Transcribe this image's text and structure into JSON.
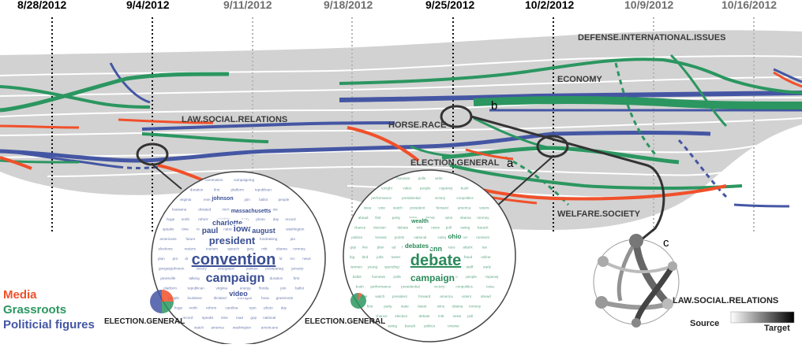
{
  "dates": [
    {
      "label": "8/28/2012",
      "style": "bold"
    },
    {
      "label": "9/4/2012",
      "style": "bold"
    },
    {
      "label": "9/11/2012",
      "style": "dim"
    },
    {
      "label": "9/18/2012",
      "style": "dim"
    },
    {
      "label": "9/25/2012",
      "style": "bold"
    },
    {
      "label": "10/2/2012",
      "style": "bold"
    },
    {
      "label": "10/9/2012",
      "style": "dim"
    },
    {
      "label": "10/16/2012",
      "style": "dim"
    }
  ],
  "topics": {
    "defense": "DEFENSE.INTERNATIONAL.ISSUES",
    "economy": "ECONOMY",
    "law": "LAW.SOCIAL.RELATIONS",
    "horse": "HORSE.RACE",
    "election": "ELECTION.GENERAL",
    "welfare": "WELFARE.SOCIETY"
  },
  "annotations": {
    "a": "a",
    "b": "b",
    "c": "c"
  },
  "legend": {
    "media": "Media",
    "grassroots": "Grassroots",
    "politicians": "Politicial figures"
  },
  "colors": {
    "media": "#f0502a",
    "grassroots": "#2b9660",
    "politicians": "#4456a3",
    "stream": "#d2d2d2"
  },
  "cloud_left": {
    "caption": "ELECTION.GENERAL",
    "pie": {
      "media": 0.25,
      "grassroots": 0.25,
      "politicians": 0.5
    },
    "words_large": [
      "convention",
      "campaign",
      "president",
      "charlotte",
      "iowa",
      "paul",
      "video",
      "august",
      "massachusetts",
      "johnson"
    ],
    "words_small": [
      "nomination",
      "campaigning",
      "duration",
      "first",
      "platform",
      "republican",
      "virginia",
      "energy",
      "florida",
      "join",
      "ballot",
      "people",
      "louisiana",
      "dictated",
      "michigan",
      "hoax",
      "grassroots",
      "huge",
      "north",
      "reform",
      "carolina",
      "ryan",
      "photo",
      "day",
      "record",
      "speaks",
      "time",
      "road",
      "gop",
      "national",
      "watch",
      "america",
      "washington",
      "americans",
      "future",
      "democratic",
      "outraised",
      "fundraising",
      "jan",
      "elections",
      "reuters",
      "tourism",
      "speech",
      "gary",
      "mitt",
      "obama",
      "romney",
      "plan",
      "pro",
      "dead",
      "hall",
      "york",
      "live",
      "start",
      "deal",
      "bold",
      "rnc",
      "news",
      "govgaryjohnson",
      "victory",
      "delegation",
      "yankee",
      "pushpanag",
      "january",
      "janesville",
      "talking"
    ]
  },
  "cloud_right": {
    "caption": "ELECTION.GENERAL",
    "pie": {
      "media": 0.08,
      "grassroots": 0.92,
      "politicians": 0.0
    },
    "words_large": [
      "debate",
      "campaign",
      "cnn",
      "debates",
      "ohio",
      "wealth"
    ],
    "words_small": [
      "foxnews",
      "polls",
      "write",
      "tonight",
      "video",
      "people",
      "cspanwj",
      "bush",
      "performance",
      "presidential",
      "victory",
      "cnnpolitics",
      "iowa",
      "vote",
      "watch",
      "president",
      "forward",
      "america",
      "voters",
      "ahead",
      "first",
      "party",
      "state",
      "latest",
      "wins",
      "obama",
      "romney",
      "chance",
      "election",
      "debate",
      "mitt",
      "news",
      "poll",
      "swing",
      "barack",
      "politics",
      "tvnews",
      "points",
      "national",
      "voting",
      "winner",
      "moment",
      "gop",
      "live",
      "plan",
      "ad",
      "fact",
      "check",
      "lead",
      "race",
      "attack",
      "tax",
      "big",
      "bird",
      "jobs",
      "tweet",
      "trends",
      "denver",
      "focus",
      "fraud",
      "online",
      "women",
      "young",
      "spending",
      "support",
      "crowd",
      "energy",
      "staff",
      "early",
      "ballot"
    ]
  },
  "transition_legend": {
    "topic": "LAW.SOCIAL.RELATIONS",
    "source": "Source",
    "target": "Target"
  }
}
